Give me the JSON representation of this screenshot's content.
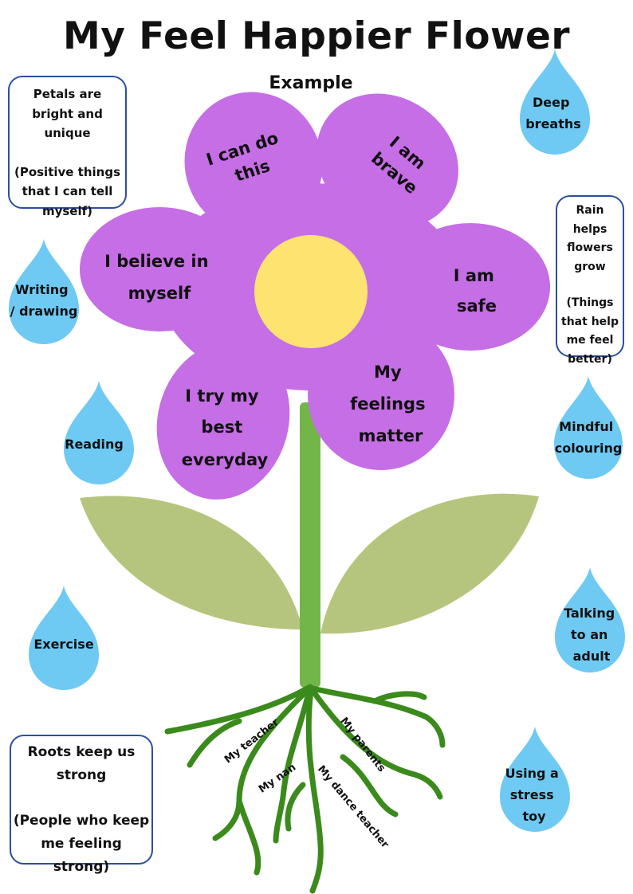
{
  "title": "My Feel Happier Flower",
  "subtitle": "Example",
  "info_boxes": {
    "petals": [
      "Petals are",
      "bright and unique",
      "(Positive things",
      "that I can tell",
      "myself)"
    ],
    "rain": [
      "Rain helps",
      "flowers",
      "grow",
      "(Things",
      "that help",
      "me feel",
      "better)"
    ],
    "roots": [
      "Roots keep us",
      "strong",
      "(People who keep",
      "me feeling strong)"
    ]
  },
  "petals": [
    [
      "I can do",
      "this"
    ],
    [
      "I am",
      "brave"
    ],
    [
      "I believe in",
      "myself"
    ],
    [
      "I am",
      "safe"
    ],
    [
      "I try my",
      "best",
      "everyday"
    ],
    [
      "My",
      "feelings",
      "matter"
    ]
  ],
  "drops": [
    [
      "Deep",
      "breaths"
    ],
    [
      "Writing",
      "/ drawing"
    ],
    [
      "Reading"
    ],
    [
      "Mindful",
      "colouring"
    ],
    [
      "Exercise"
    ],
    [
      "Talking",
      "to an",
      "adult"
    ],
    [
      "Using a",
      "stress",
      "toy"
    ]
  ],
  "roots": [
    "My teacher",
    "My nan",
    "My dance teacher",
    "My parents"
  ],
  "colors": {
    "petal": "#c56ee6",
    "center": "#fde370",
    "stem": "#72b549",
    "leaf": "#b6c57d",
    "root": "#3a8a1c",
    "drop": "#6ec9f3",
    "box_border": "#2a4fa0"
  }
}
